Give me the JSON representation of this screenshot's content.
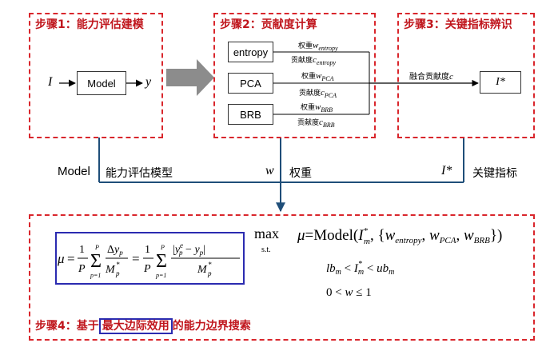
{
  "step1": {
    "title": "步骤1：能力评估建模",
    "input_symbol": "I",
    "model_label": "Model",
    "output_symbol": "y"
  },
  "step2": {
    "title": "步骤2：贡献度计算",
    "methods": [
      "entropy",
      "PCA",
      "BRB"
    ],
    "weight_labels": [
      "权重",
      "权重",
      "权重"
    ],
    "weight_symbols": [
      "w",
      "w",
      "w"
    ],
    "weight_subscripts": [
      "entropy",
      "PCA",
      "BRB"
    ],
    "contribution_labels": [
      "贡献度",
      "贡献度",
      "贡献度"
    ],
    "contribution_symbols": [
      "c",
      "c",
      "c"
    ],
    "contribution_subscripts": [
      "entropy",
      "PCA",
      "BRB"
    ]
  },
  "step3": {
    "title": "步骤3：关键指标辨识",
    "fusion_label": "融合贡献度",
    "fusion_symbol": "c",
    "output_symbol": "I*"
  },
  "connector": {
    "model_label": "Model",
    "model_desc": "能力评估模型",
    "weight_symbol": "w",
    "weight_desc": "权重",
    "key_symbol": "I*",
    "key_desc": "关键指标"
  },
  "step4": {
    "title_prefix": "步骤4：基于",
    "title_highlight": "最大边际效用",
    "title_suffix": "的能力边界搜索",
    "max_label": "max",
    "st_label": "s.t.",
    "objective": "μ=Model(I*m, {wentropy, wPCA, wBRB})",
    "constraint1": "lbm < I*m < ubm",
    "constraint2": "0 < w ≤ 1",
    "formula": "μ = (1/P) Σ Δyp / M*p = (1/P) Σ |yep − yp| / M*p"
  },
  "colors": {
    "step_border": "#d9262c",
    "step_title": "#c0161d",
    "connector": "#1f4e79",
    "highlight_box": "#2b2bb0",
    "big_arrow": "#8c8c8c"
  }
}
